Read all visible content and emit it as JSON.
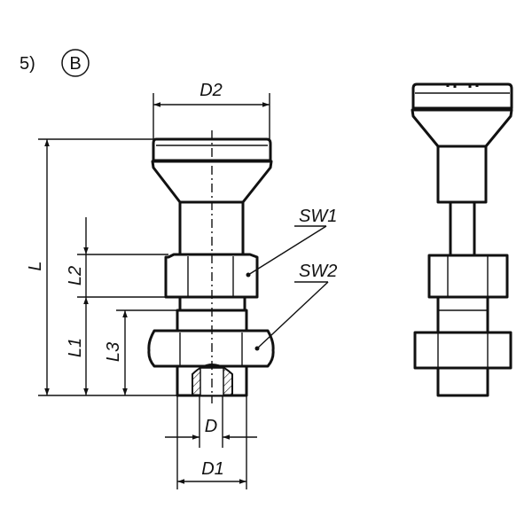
{
  "figure": {
    "variant_number": "5)",
    "variant_letter": "B",
    "labels": {
      "D2": "D2",
      "L": "L",
      "L2": "L2",
      "L1": "L1",
      "L3": "L3",
      "SW1": "SW1",
      "SW2": "SW2",
      "D": "D",
      "D1": "D1"
    },
    "colors": {
      "line": "#111111",
      "background": "#ffffff"
    }
  }
}
